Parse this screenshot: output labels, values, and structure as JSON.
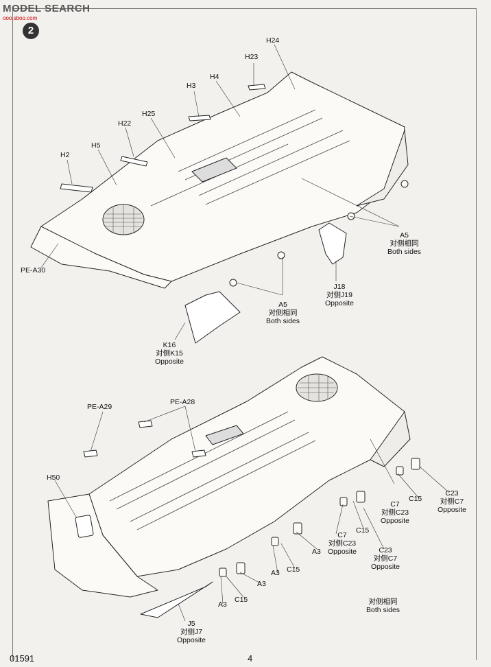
{
  "watermark": {
    "text": "MODEL SEARCH",
    "sub": "ooo.sboo.com"
  },
  "step_number": "2",
  "footer": {
    "code": "01591",
    "page": "4"
  },
  "upper": {
    "labels": {
      "h24": "H24",
      "h23": "H23",
      "h4": "H4",
      "h3": "H3",
      "h25": "H25",
      "h22": "H22",
      "h5": "H5",
      "h2": "H2",
      "pe_a30": "PE-A30",
      "a5_right": {
        "part": "A5",
        "zh": "对侧相同",
        "en": "Both sides"
      },
      "j18": {
        "part": "J18",
        "zh": "对侧J19",
        "en": "Opposite"
      },
      "a5_center": {
        "part": "A5",
        "zh": "对侧相同",
        "en": "Both sides"
      },
      "k16": {
        "part": "K16",
        "zh": "对侧K15",
        "en": "Opposite"
      }
    }
  },
  "lower": {
    "labels": {
      "pe_a29": "PE-A29",
      "pe_a28": "PE-A28",
      "h50": "H50",
      "c23_top": {
        "part": "C23",
        "zh": "对侧C7",
        "en": "Opposite"
      },
      "c7_a": {
        "part": "C7",
        "zh": "对侧C23",
        "en": "Opposite"
      },
      "c15_a": "C15",
      "c7_b": {
        "part": "C7",
        "zh": "对侧C23",
        "en": "Opposite"
      },
      "c15_b": "C15",
      "c23_mid": {
        "part": "C23",
        "zh": "对侧C7",
        "en": "Opposite"
      },
      "a3_a": "A3",
      "a3_b": "A3",
      "c15_c": "C15",
      "a3_c": "A3",
      "c15_d": "C15",
      "a3_d": "A3",
      "both_sides": {
        "zh": "对侧相同",
        "en": "Both sides"
      },
      "j5": {
        "part": "J5",
        "zh": "对侧J7",
        "en": "Opposite"
      }
    }
  }
}
